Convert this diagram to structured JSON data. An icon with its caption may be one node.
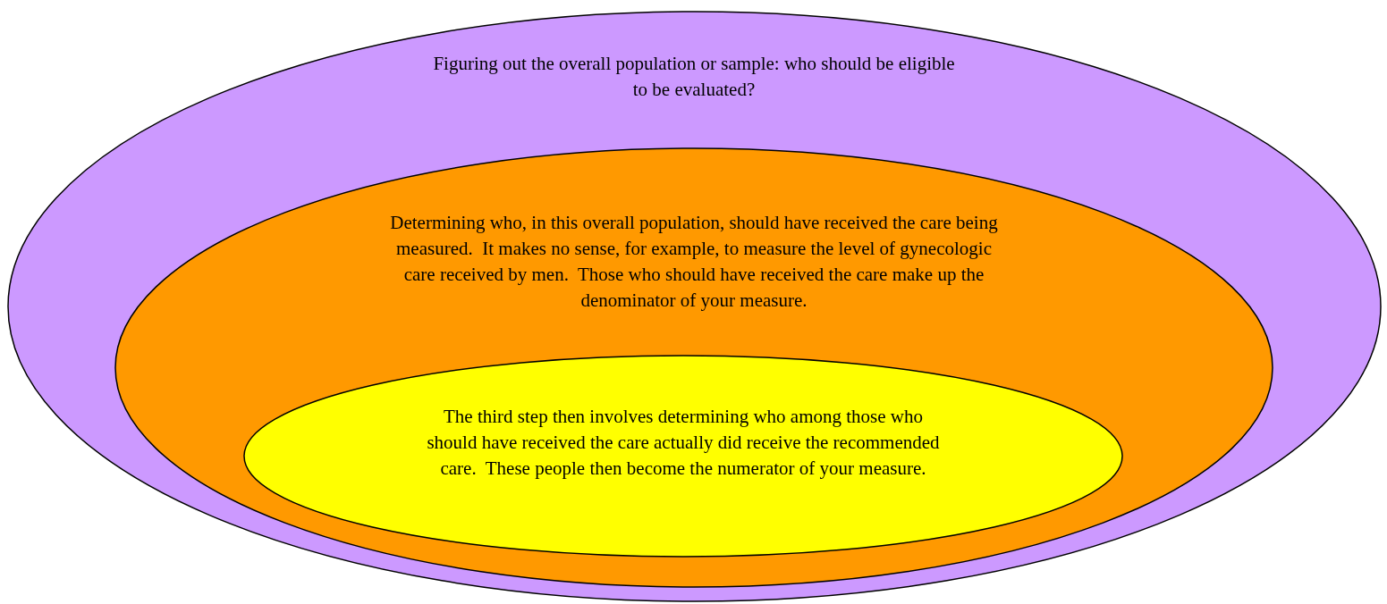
{
  "diagram": {
    "nodes": [
      {
        "text": [
          "Figuring out the overall population or sample: who should be eligible to be evaluated?"
        ]
      },
      {
        "text": [
          "Determining who, in this overall population, should have received the care being measured.  It makes no sense, for example, to measure the level of gynecologic care received by men.  Those who should have received the care make up the denominator of your measure."
        ],
        "in": 0
      },
      {
        "text": [
          "The third step then involves determining who among those who should have received the care actually did receive the recommended care.  These people then become the numerator of your measure."
        ],
        "in": 1
      }
    ]
  }
}
